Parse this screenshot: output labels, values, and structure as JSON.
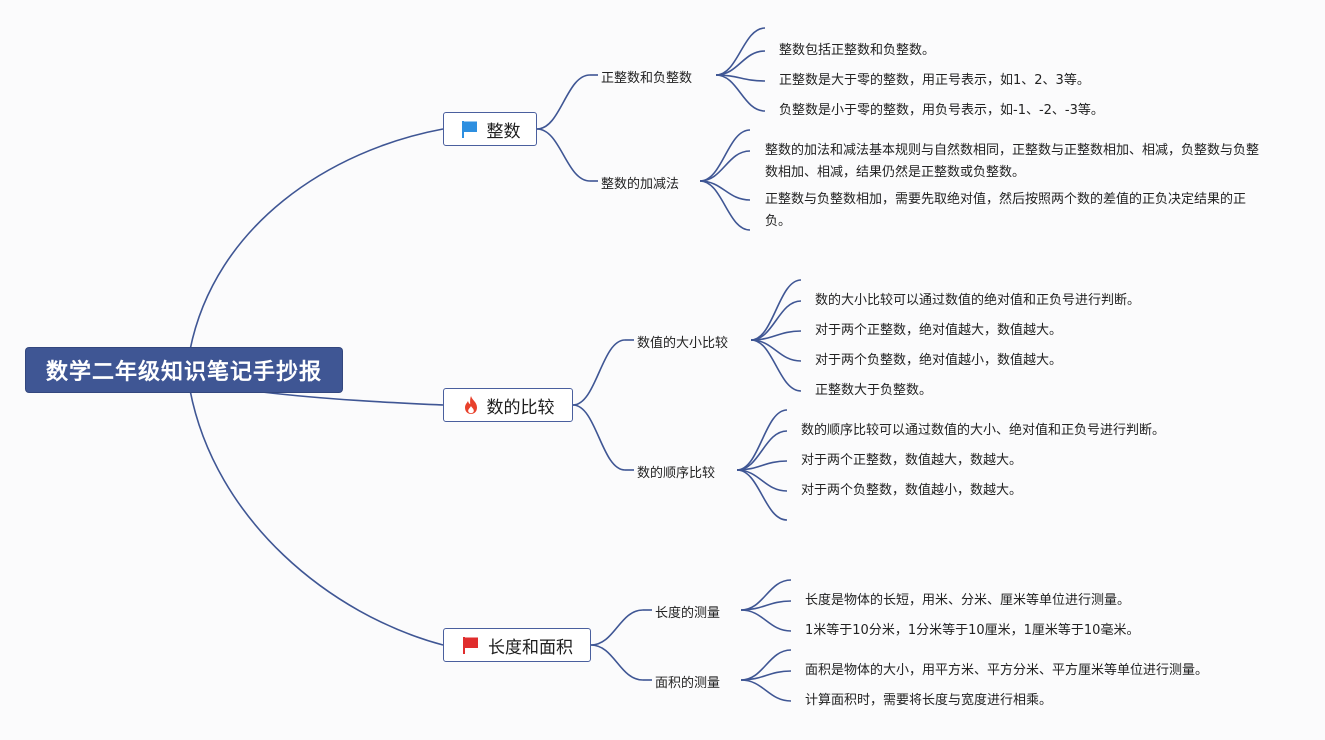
{
  "root": {
    "title": "数学二年级知识笔记手抄报"
  },
  "branches": [
    {
      "label": "整数",
      "icon": "blue-flag-icon",
      "icon_color": "#2d8fe0",
      "subtopics": [
        {
          "label": "正整数和负整数",
          "items": [
            "整数包括正整数和负整数。",
            "正整数是大于零的整数，用正号表示，如1、2、3等。",
            "负整数是小于零的整数，用负号表示，如-1、-2、-3等。"
          ]
        },
        {
          "label": "整数的加减法",
          "items": [
            "整数的加法和减法基本规则与自然数相同，正整数与正整数相加、相减，负整数与负整数相加、相减，结果仍然是正整数或负整数。",
            "正整数与负整数相加，需要先取绝对值，然后按照两个数的差值的正负决定结果的正负。"
          ]
        }
      ]
    },
    {
      "label": "数的比较",
      "icon": "fire-icon",
      "icon_color": "#e8412c",
      "subtopics": [
        {
          "label": "数值的大小比较",
          "items": [
            "数的大小比较可以通过数值的绝对值和正负号进行判断。",
            "对于两个正整数，绝对值越大，数值越大。",
            "对于两个负整数，绝对值越小，数值越大。",
            "正整数大于负整数。"
          ]
        },
        {
          "label": "数的顺序比较",
          "items": [
            "数的顺序比较可以通过数值的大小、绝对值和正负号进行判断。",
            "对于两个正整数，数值越大，数越大。",
            "对于两个负整数，数值越小，数越大。"
          ]
        }
      ]
    },
    {
      "label": "长度和面积",
      "icon": "red-flag-icon",
      "icon_color": "#e02d2d",
      "subtopics": [
        {
          "label": "长度的测量",
          "items": [
            "长度是物体的长短，用米、分米、厘米等单位进行测量。",
            "1米等于10分米，1分米等于10厘米，1厘米等于10毫米。"
          ]
        },
        {
          "label": "面积的测量",
          "items": [
            "面积是物体的大小，用平方米、平方分米、平方厘米等单位进行测量。",
            "计算面积时，需要将长度与宽度进行相乘。"
          ]
        }
      ]
    }
  ],
  "colors": {
    "line": "#3f5694",
    "root_fill": "#3f5694"
  }
}
